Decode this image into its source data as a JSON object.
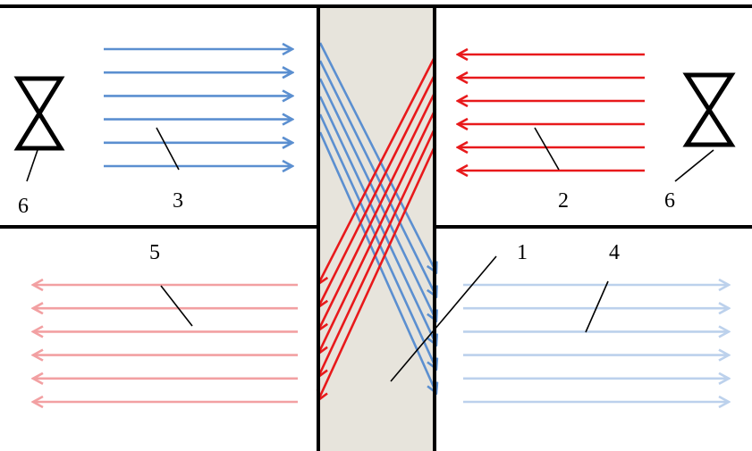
{
  "labels": {
    "exchanger": "1",
    "warm_supply": "2",
    "cold_supply": "3",
    "cold_exhaust": "4",
    "warm_exhaust": "5",
    "fan_left": "6",
    "fan_right": "6"
  },
  "colors": {
    "blue": "#5b8fd0",
    "red": "#e8191b",
    "pale_blue": "#bcd1ec",
    "pale_red": "#f2a0a2",
    "wall": "#000000",
    "core_fill": "#e7e4dc"
  },
  "flows": {
    "cold_supply": {
      "direction": "right",
      "count": 6
    },
    "warm_supply": {
      "direction": "left",
      "count": 6
    },
    "cold_exhaust": {
      "direction": "right",
      "count": 6
    },
    "warm_exhaust": {
      "direction": "left",
      "count": 6
    },
    "blue_diagonals": 6,
    "red_diagonals": 6
  },
  "icons": [
    "hourglass-icon",
    "hourglass-icon"
  ]
}
